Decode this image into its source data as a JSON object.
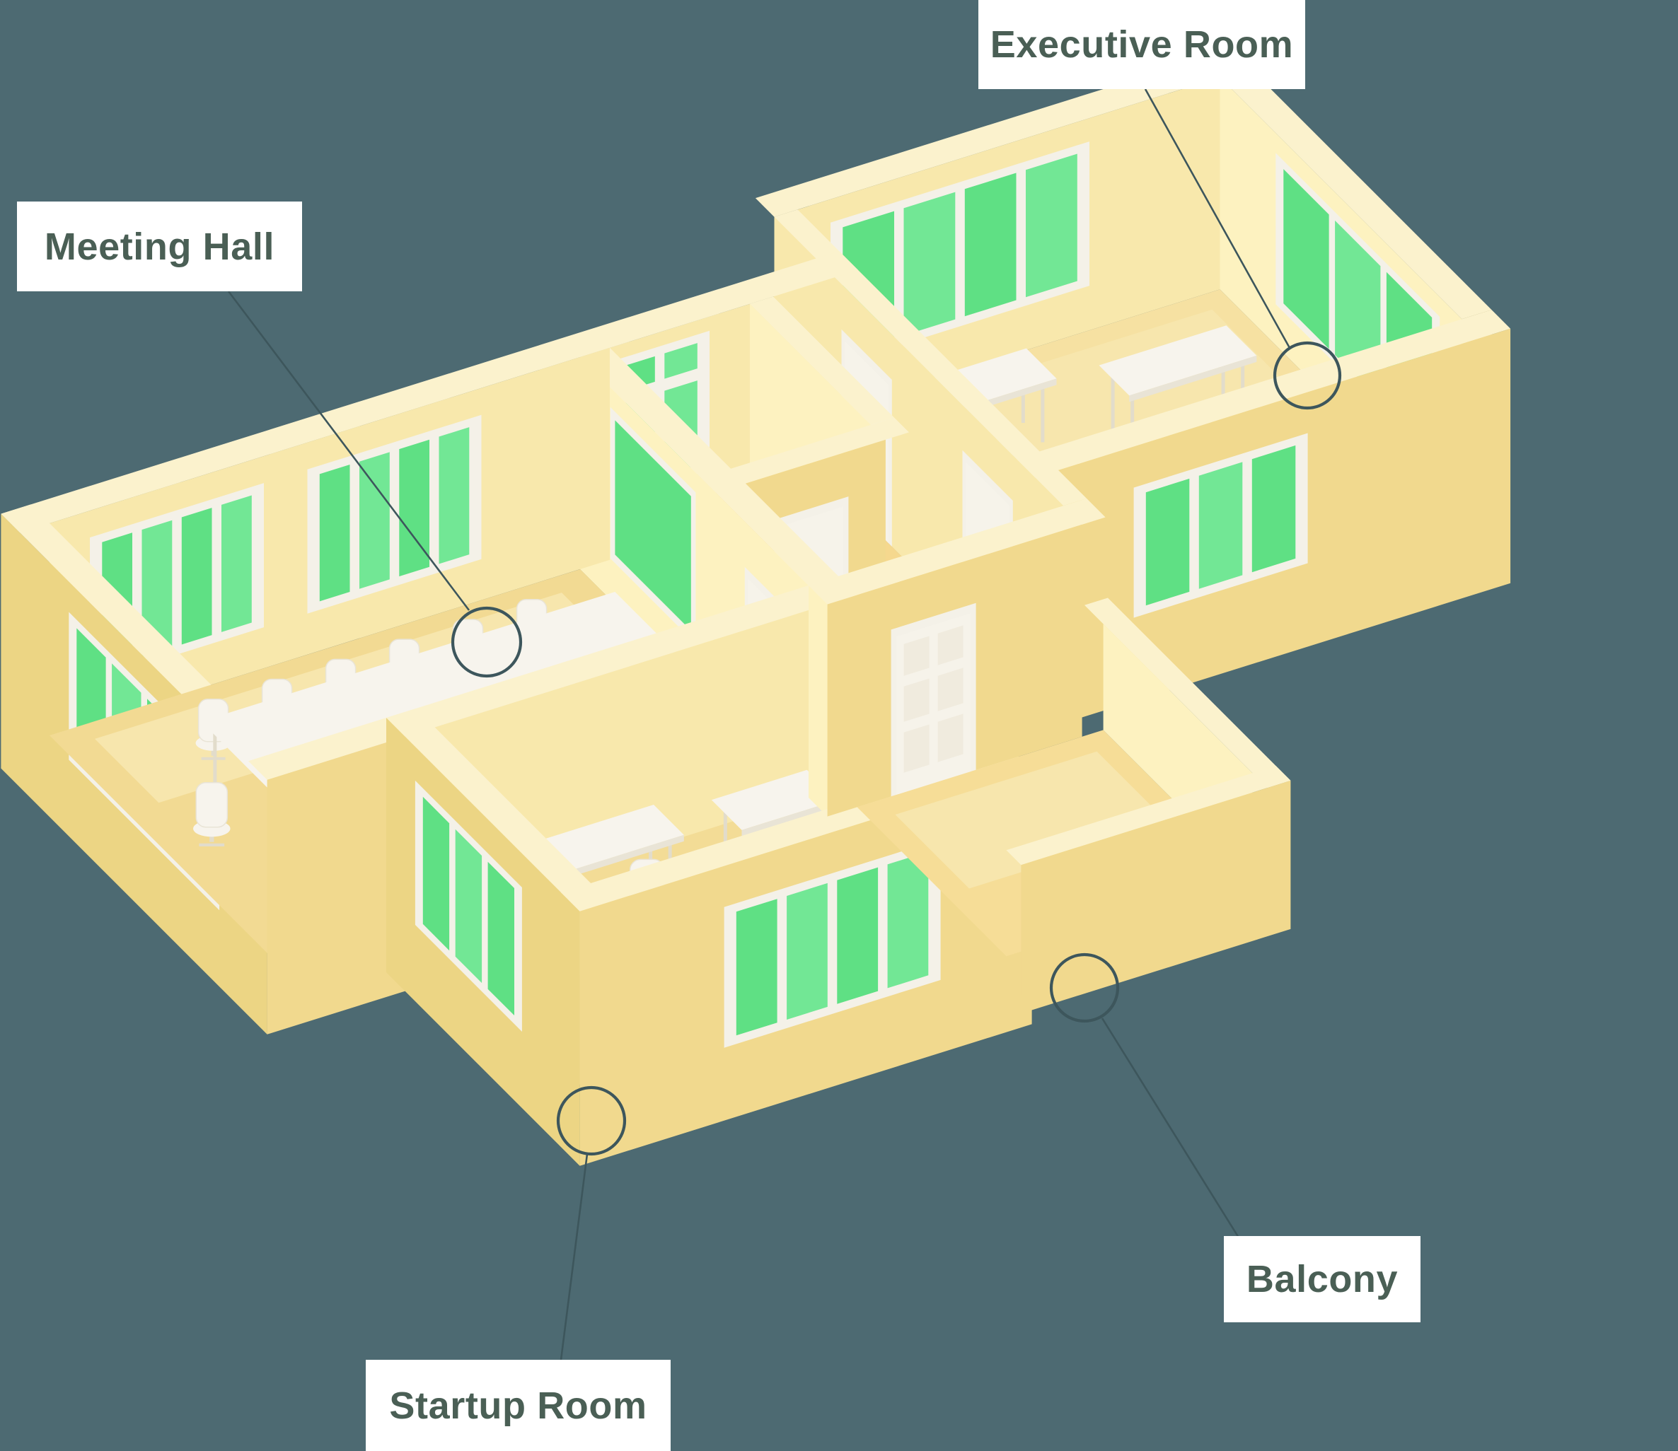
{
  "illustration": {
    "type": "isometric-office-floorplan",
    "rooms": [
      "Meeting Hall",
      "Executive Room",
      "Startup Room",
      "Balcony"
    ]
  },
  "labels": {
    "executive_room": "Executive Room",
    "meeting_hall": "Meeting Hall",
    "balcony": "Balcony",
    "startup_room": "Startup Room"
  },
  "palette": {
    "background": "#4d6a72",
    "callout_line": "#3d565c",
    "label_bg": "#ffffff",
    "label_text": "#4a5f55",
    "wallTop": "#fbf2cd",
    "wallInnerBack": "#f8e8ac",
    "wallInnerSide": "#fdf2c0",
    "wallOuterFront": "#f1d98e",
    "wallOuterSide": "#ecd584",
    "floorMain": "#f2da93",
    "floorLight": "#f7e6ad",
    "floorExec": "#f6e1a2",
    "floorEntry": "#f5d88e",
    "floorStartup": "#f3dc96",
    "floorBalcony": "#f6dd97",
    "glass": "#5fe084",
    "glassAlt": "#72e795",
    "frame": "#f4f1e8",
    "furniture": "#f7f4ed",
    "furnitureShade": "#e9e4d6",
    "legs": "#e2dccb",
    "door": "#f6f3ea",
    "doorPanel": "#f0ebde"
  }
}
